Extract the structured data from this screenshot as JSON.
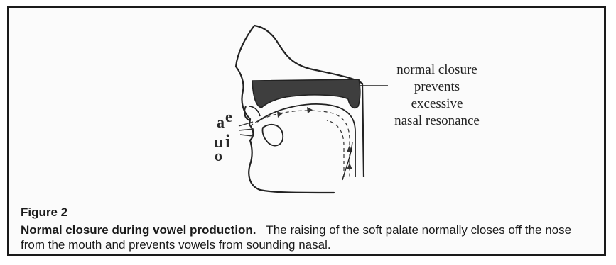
{
  "callout": {
    "line1": "normal closure",
    "line2": "prevents",
    "line3": "excessive",
    "line4": "nasal resonance"
  },
  "vowels": {
    "a": "a",
    "e": "e",
    "u": "u",
    "i": "i",
    "o": "o"
  },
  "figure": {
    "label": "Figure 2",
    "caption_lead": "Normal closure during vowel production.",
    "caption_body": "The raising of the soft palate normally closes off the nose from the mouth and prevents vowels from sounding nasal."
  }
}
